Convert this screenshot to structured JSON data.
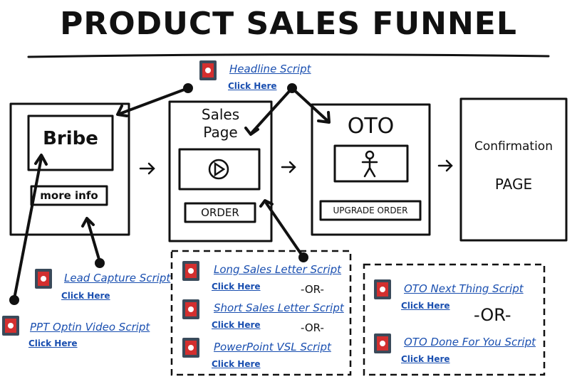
{
  "title": "PRODUCT SALES FUNNEL",
  "stages": {
    "bribe": {
      "label": "Bribe",
      "more_info": "more info"
    },
    "sales": {
      "label_line1": "Sales",
      "label_line2": "Page",
      "order": "ORDER"
    },
    "oto": {
      "label": "OTO",
      "upgrade": "UPGRADE ORDER"
    },
    "confirmation": {
      "line1": "Confirmation",
      "line2": "PAGE"
    }
  },
  "click_label": "Click Here",
  "scripts": {
    "headline": "Headline Script",
    "lead_capture": "Lead Capture Script",
    "ppt_optin": "PPT Optin Video Script",
    "long_sales": "Long Sales Letter Script",
    "short_sales": "Short Sales Letter Script",
    "powerpoint_vsl": "PowerPoint VSL Script",
    "oto_next": "OTO Next Thing Script",
    "oto_dfy": "OTO Done For You Script"
  },
  "or_small": "-OR-",
  "or_big": "-OR-",
  "colors": {
    "link": "#1a4fb0",
    "icon_red": "#d32f2f",
    "icon_dark": "#3a4a5a"
  }
}
